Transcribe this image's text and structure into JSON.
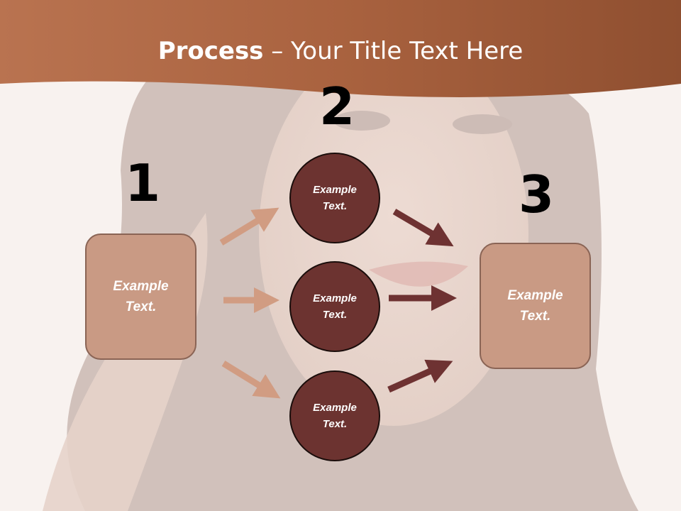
{
  "title": {
    "bold": "Process",
    "rest": " – Your Title Text Here"
  },
  "steps": {
    "one": "1",
    "two": "2",
    "three": "3"
  },
  "nodes": {
    "left_box": "Example\nText.",
    "circle_top": "Example\nText.",
    "circle_middle": "Example\nText.",
    "circle_bottom": "Example\nText.",
    "right_box": "Example\nText."
  },
  "colors": {
    "banner": "#a4603f",
    "box_fill": "#c99a84",
    "circle_fill": "#6c3330",
    "arrow_light": "#d19c82",
    "arrow_dark": "#6e3232"
  }
}
